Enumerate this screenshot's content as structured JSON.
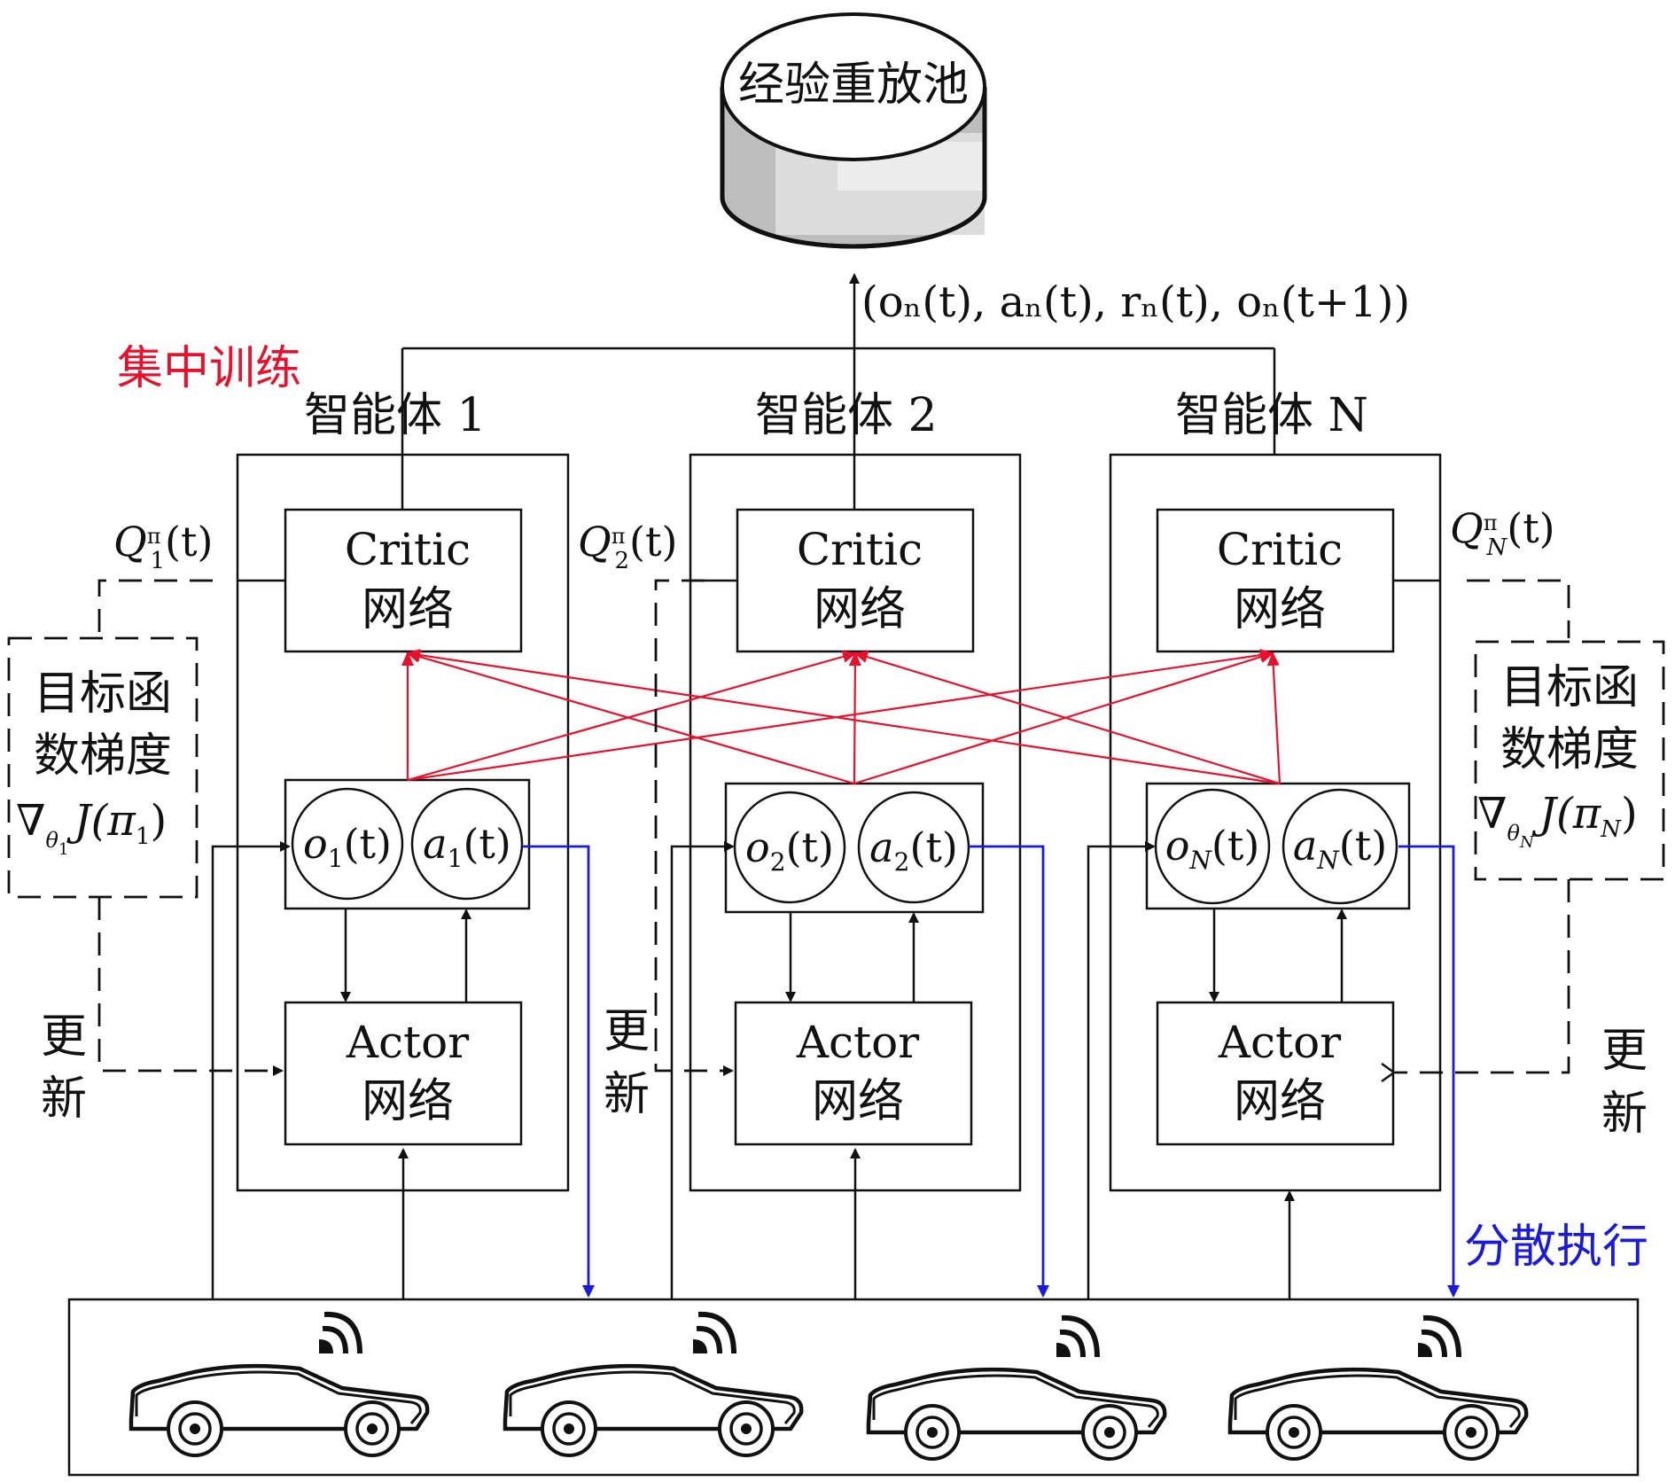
{
  "replay_pool": {
    "label": "经验重放池",
    "tuple": "(o",
    "tuple_sub": "n",
    "tuple_text": "(oₙ(t), aₙ(t), rₙ(t), oₙ(t+1))"
  },
  "labels": {
    "centralized_training": "集中训练",
    "decentralized_execution": "分散执行",
    "update_char1": "更",
    "update_char2": "新"
  },
  "colors": {
    "training": "#e8112d",
    "execution": "#1a1adb",
    "line": "#111111",
    "cylinder_body": "#bcbcbc"
  },
  "agents": [
    {
      "title": "智能体 1",
      "critic_line1": "Critic",
      "critic_line2": "网络",
      "actor_line1": "Actor",
      "actor_line2": "网络",
      "obs_base": "o",
      "obs_sub": "1",
      "act_base": "a",
      "act_sub": "1",
      "arg": "(t)",
      "q_base": "Q",
      "q_sup": "π",
      "q_sub": "1",
      "q_arg": "(t)"
    },
    {
      "title": "智能体 2",
      "critic_line1": "Critic",
      "critic_line2": "网络",
      "actor_line1": "Actor",
      "actor_line2": "网络",
      "obs_base": "o",
      "obs_sub": "2",
      "act_base": "a",
      "act_sub": "2",
      "arg": "(t)",
      "q_base": "Q",
      "q_sup": "π",
      "q_sub": "2",
      "q_arg": "(t)"
    },
    {
      "title": "智能体 N",
      "critic_line1": "Critic",
      "critic_line2": "网络",
      "actor_line1": "Actor",
      "actor_line2": "网络",
      "obs_base": "o",
      "obs_sub": "N",
      "act_base": "a",
      "act_sub": "N",
      "arg": "(t)",
      "q_base": "Q",
      "q_sup": "π",
      "q_sub": "N",
      "q_arg": "(t)"
    }
  ],
  "gradient_boxes": [
    {
      "line1": "目标函",
      "line2": "数梯度",
      "nabla": "∇",
      "theta": "θ",
      "theta_sub": "1",
      "J": "J(π",
      "pi_sub": "1",
      "close": ")"
    },
    {
      "line1": "目标函",
      "line2": "数梯度",
      "nabla": "∇",
      "theta": "θ",
      "theta_sub": "N",
      "J": "J(π",
      "pi_sub": "N",
      "close": ")"
    }
  ],
  "environment": {
    "vehicles": [
      "car-1",
      "car-2",
      "car-3",
      "car-4"
    ]
  }
}
